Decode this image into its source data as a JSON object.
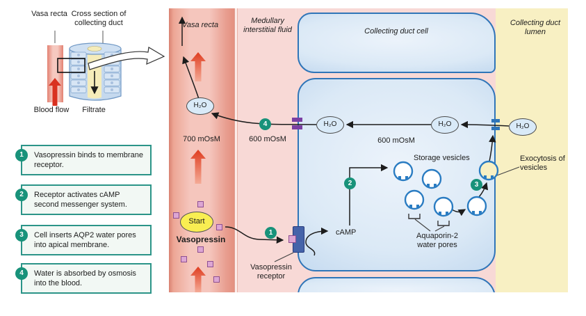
{
  "inset": {
    "vasa_recta": "Vasa recta",
    "cross_section": "Cross section of collecting duct",
    "blood_flow": "Blood flow",
    "filtrate": "Filtrate"
  },
  "steps": [
    {
      "num": "1",
      "text": "Vasopressin binds to membrane receptor."
    },
    {
      "num": "2",
      "text": "Receptor activates cAMP second messenger system."
    },
    {
      "num": "3",
      "text": "Cell inserts AQP2 water pores into apical membrane."
    },
    {
      "num": "4",
      "text": "Water is absorbed by osmosis into the blood."
    }
  ],
  "diagram": {
    "regions": {
      "vasa_recta": "Vasa recta",
      "interstitial": "Medullary interstitial fluid",
      "cell": "Collecting duct cell",
      "lumen": "Collecting duct lumen"
    },
    "osmolarity": {
      "vasa": "700 mOsM",
      "interstitial": "600 mOsM",
      "cell": "600 mOsM"
    },
    "h2o": "H₂O",
    "start": "Start",
    "vasopressin": "Vasopressin",
    "receptor": "Vasopressin receptor",
    "camp": "cAMP",
    "storage_vesicles": "Storage vesicles",
    "aquaporin": "Aquaporin-2 water pores",
    "exocytosis": "Exocytosis of vesicles",
    "badges": {
      "b1": "1",
      "b2": "2",
      "b3": "3",
      "b4": "4"
    }
  },
  "colors": {
    "teal": "#18927a",
    "box_border": "#2b9488",
    "box_bg": "#f2f8f4",
    "cell_border": "#2f75b8",
    "lumen": "#f8f0c3",
    "interstitial": "#f8d9d6",
    "vasa_mid": "#f4c3ba",
    "vasa_edge": "#de8b7c",
    "wall": "#fdece9",
    "red_arrow": "#df3d20",
    "red_arrow_light": "#f4ab97",
    "yellow_start": "#f9ee52",
    "molecule": "#dda6d3",
    "molecule_border": "#8d4f92",
    "receptor": "#4563a9",
    "receptor_border": "#27397a",
    "purple_channel": "#7b3fa3",
    "h2o_fill": "#d9eaf8",
    "vesicle_border": "#2a7cc2",
    "ink": "#1c1c1c"
  }
}
